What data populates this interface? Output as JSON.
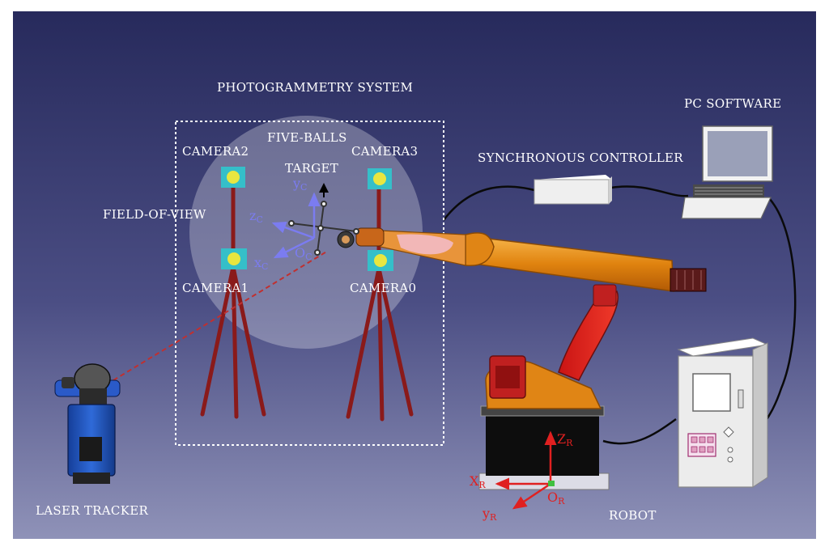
{
  "labels": {
    "photogrammetry_system": "PHOTOGRAMMETRY SYSTEM",
    "five_balls": "FIVE-BALLS",
    "target": "TARGET",
    "field_of_view": "FIELD-OF-VIEW",
    "camera0": "CAMERA0",
    "camera1": "CAMERA1",
    "camera2": "CAMERA2",
    "camera3": "CAMERA3",
    "synchronous_controller": "SYNCHRONOUS CONTROLLER",
    "pc_software": "PC SOFTWARE",
    "laser_tracker": "LASER TRACKER",
    "robot": "ROBOT"
  },
  "camera_axes": {
    "y": "y",
    "y_sub": "C",
    "z": "z",
    "z_sub": "C",
    "x": "x",
    "x_sub": "C",
    "o": "O",
    "o_sub": "C"
  },
  "robot_axes": {
    "z": "Z",
    "z_sub": "R",
    "x": "X",
    "x_sub": "R",
    "y": "y",
    "y_sub": "R",
    "o": "O",
    "o_sub": "R"
  },
  "colors": {
    "background_top": "#2a2c5e",
    "background_bottom": "#7c7fa8",
    "camera_axes": "#7b7cf0",
    "robot_axes": "#e02020",
    "arm": "#e88a1a",
    "tripod": "#8a1a1a",
    "camera_body": "#35bfc9",
    "camera_lens": "#e8e640"
  }
}
